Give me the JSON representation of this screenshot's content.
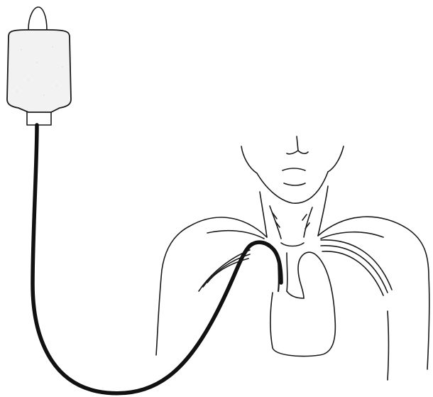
{
  "illustration": {
    "style": "monochrome line drawing",
    "ink_color": "#1a1a1a",
    "background_color": "#ffffff",
    "parts": [
      "iv-bag",
      "drip-chamber",
      "iv-tubing",
      "patient-head",
      "patient-neck",
      "patient-torso",
      "heart",
      "vein-lines"
    ]
  }
}
